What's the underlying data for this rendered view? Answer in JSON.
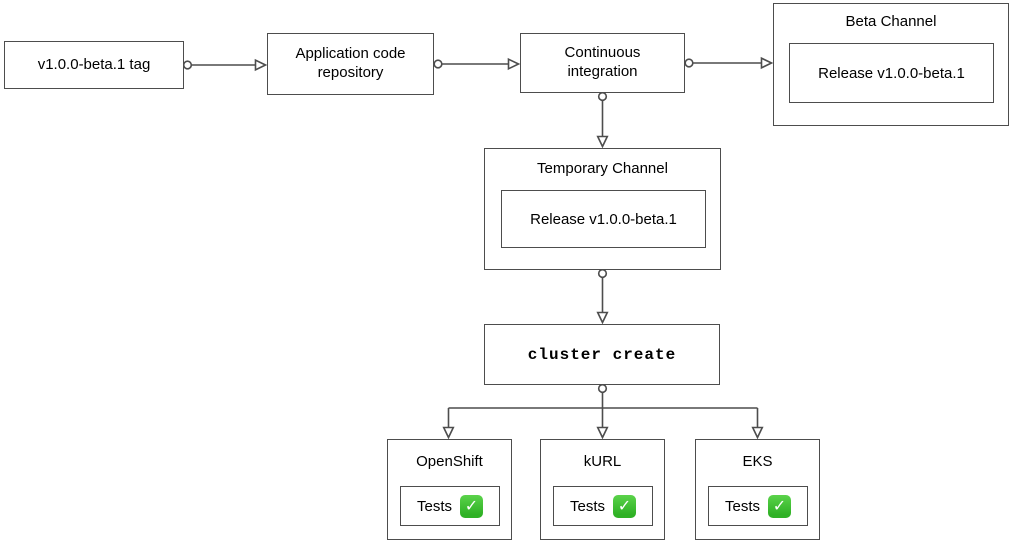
{
  "diagram": {
    "nodes": {
      "tag": {
        "label": "v1.0.0-beta.1 tag"
      },
      "repo": {
        "label": "Application code repository"
      },
      "ci": {
        "label": "Continuous integration"
      },
      "beta_channel": {
        "title": "Beta Channel",
        "release_label": "Release v1.0.0-beta.1"
      },
      "temporary_channel": {
        "title": "Temporary Channel",
        "release_label": "Release v1.0.0-beta.1"
      },
      "cluster_create": {
        "label": "cluster create"
      },
      "clusters": [
        {
          "title": "OpenShift",
          "tests_label": "Tests",
          "status_icon": "check-mark-button"
        },
        {
          "title": "kURL",
          "tests_label": "Tests",
          "status_icon": "check-mark-button"
        },
        {
          "title": "EKS",
          "tests_label": "Tests",
          "status_icon": "check-mark-button"
        }
      ]
    },
    "icons": {
      "check_glyph": "✓"
    },
    "colors": {
      "stroke": "#4d4d4d",
      "text": "#000000",
      "background": "#ffffff",
      "check_green": "#2fb125",
      "check_green_light": "#5bd34b",
      "check_mark": "#ffffff"
    }
  }
}
